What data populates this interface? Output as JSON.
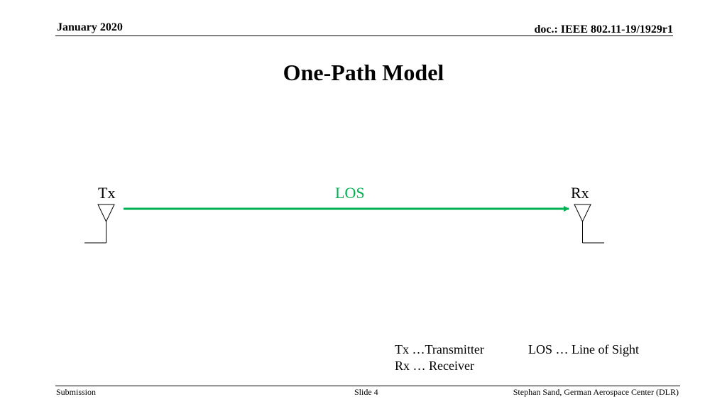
{
  "header": {
    "date": "January 2020",
    "doc_id": "doc.: IEEE 802.11-19/1929r1"
  },
  "slide": {
    "title": "One-Path Model"
  },
  "diagram": {
    "tx_label": "Tx",
    "rx_label": "Rx",
    "los_label": "LOS",
    "path_color": "#00b050"
  },
  "legend": {
    "tx": "Tx …Transmitter",
    "rx": "Rx … Receiver",
    "los": "LOS … Line of Sight"
  },
  "footer": {
    "left": "Submission",
    "center": "Slide 4",
    "right": "Stephan Sand, German Aerospace Center (DLR)"
  }
}
